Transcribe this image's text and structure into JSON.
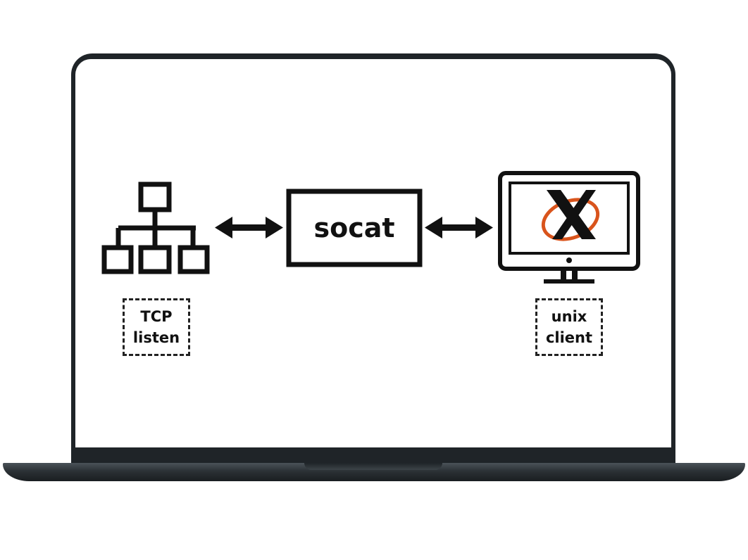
{
  "diagram": {
    "center_label": "socat",
    "left_label": {
      "line1": "TCP",
      "line2": "listen"
    },
    "right_label": {
      "line1": "unix",
      "line2": "client"
    },
    "icons": {
      "left": "network-hierarchy-icon",
      "right": "x-window-monitor-icon",
      "arrows": "double-arrow-icon"
    },
    "colors": {
      "ink": "#111111",
      "x_logo_orange": "#d9541c"
    }
  }
}
